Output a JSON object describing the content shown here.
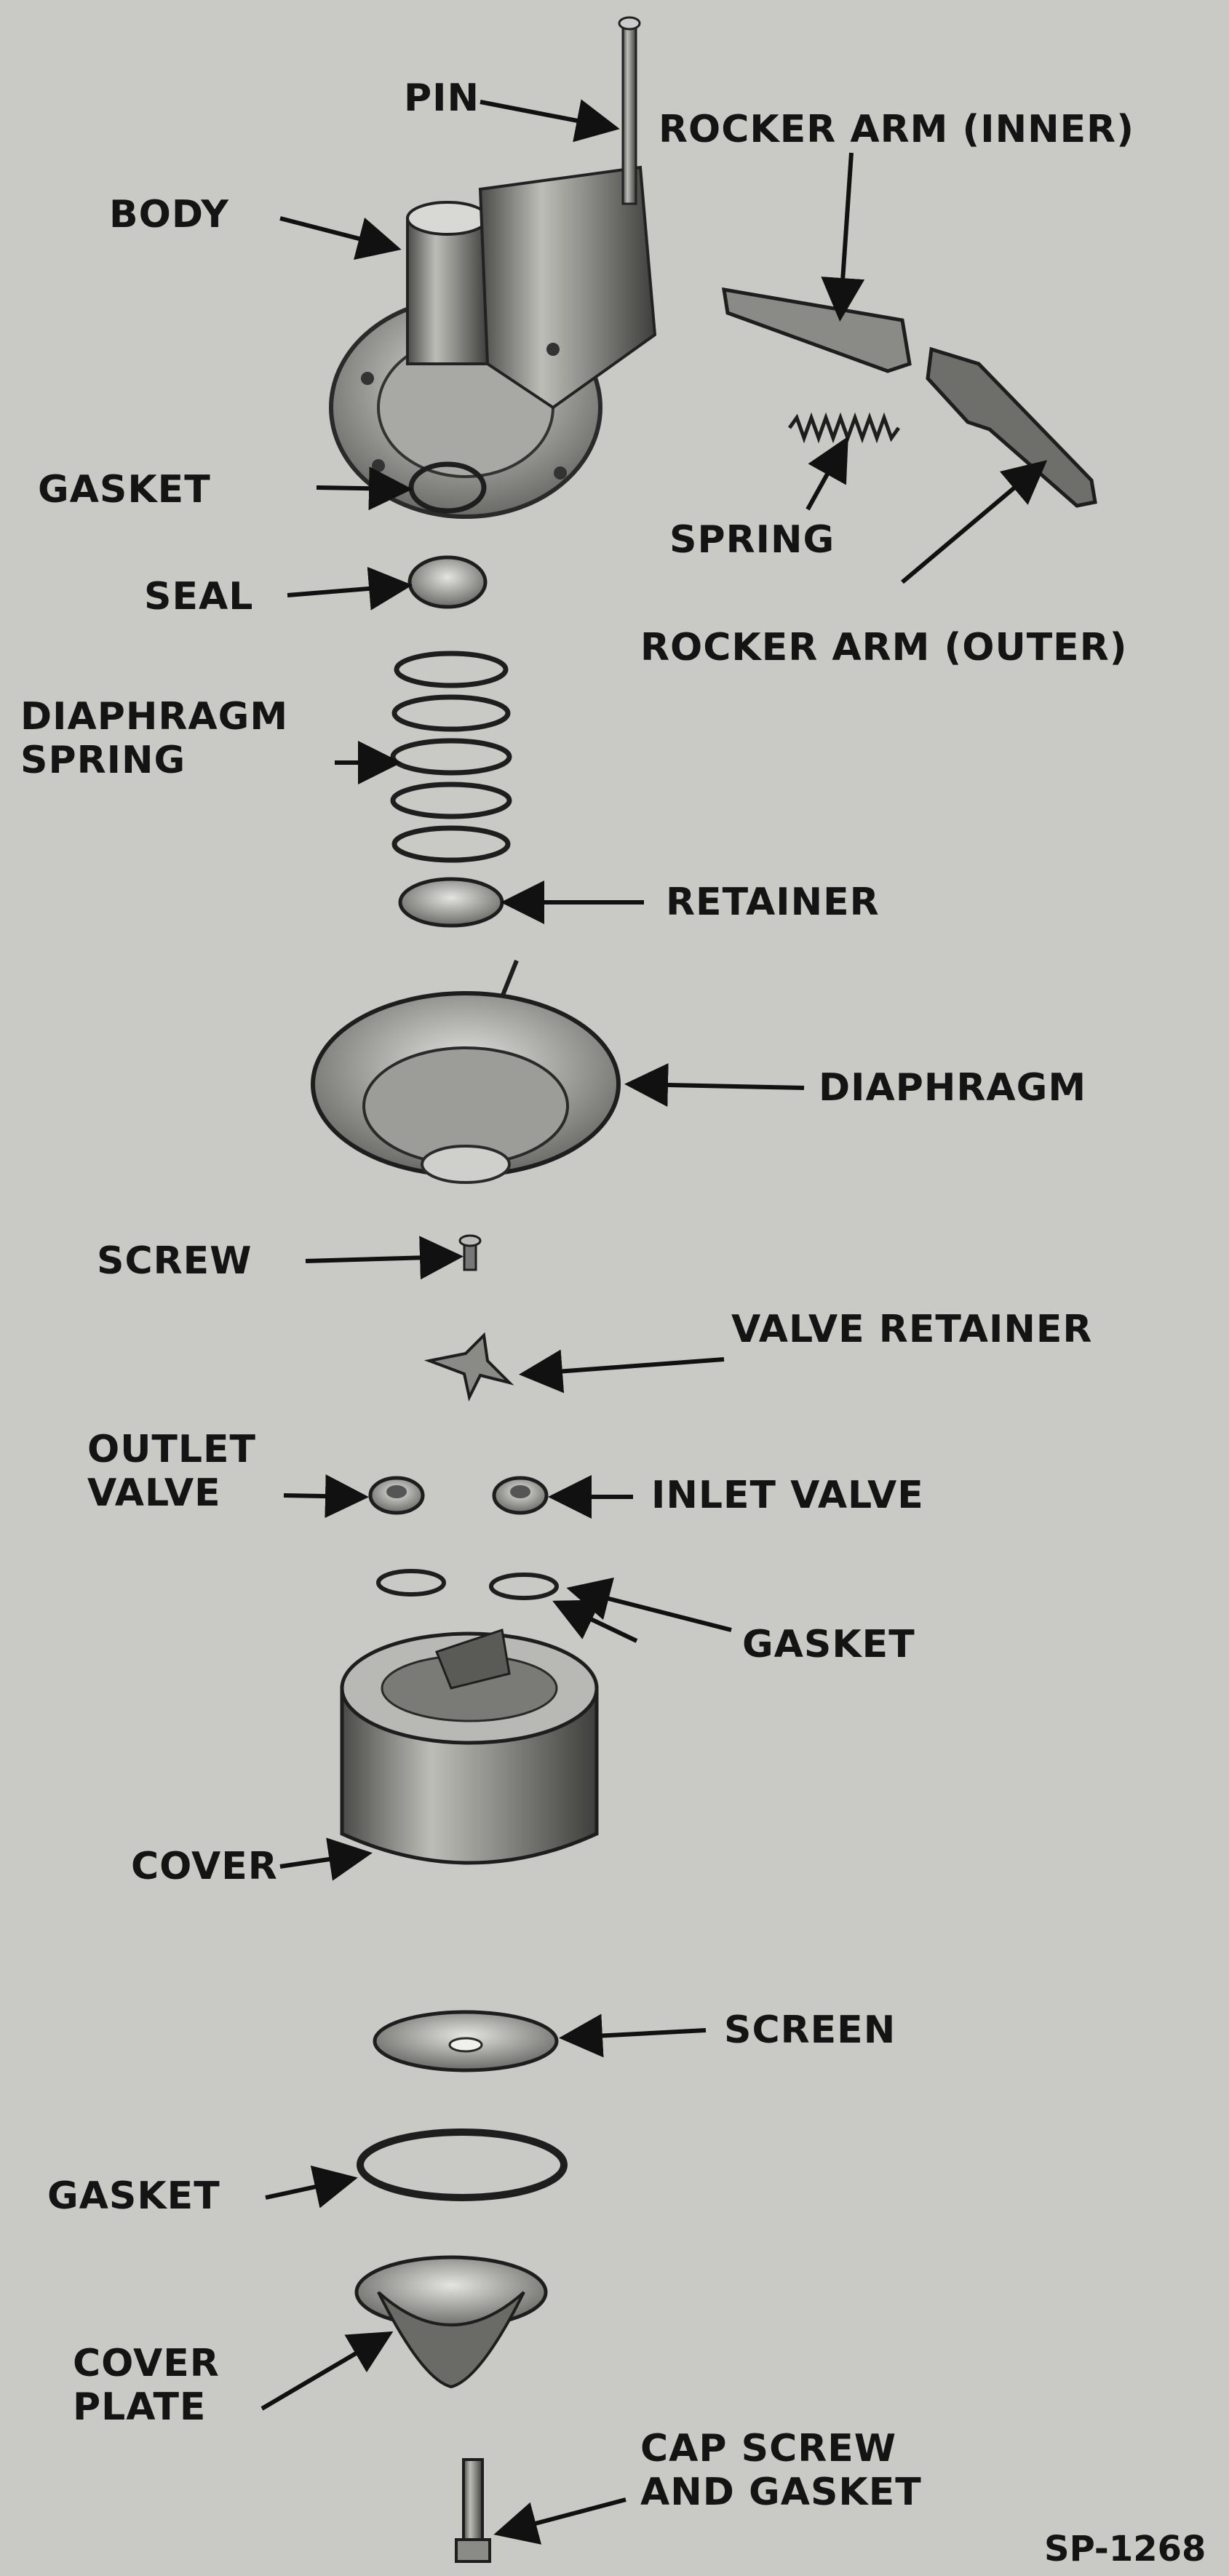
{
  "figure_code": "SP-1268",
  "labels": {
    "pin": "PIN",
    "rocker_arm_inner": "ROCKER ARM (INNER)",
    "body": "BODY",
    "gasket_top": "GASKET",
    "spring": "SPRING",
    "seal": "SEAL",
    "rocker_arm_outer": "ROCKER ARM (OUTER)",
    "diaphragm_spring": "DIAPHRAGM\nSPRING",
    "retainer": "RETAINER",
    "diaphragm": "DIAPHRAGM",
    "screw": "SCREW",
    "valve_retainer": "VALVE RETAINER",
    "outlet_valve": "OUTLET\nVALVE",
    "inlet_valve": "INLET  VALVE",
    "gasket_valves": "GASKET",
    "cover": "COVER",
    "screen": "SCREEN",
    "gasket_lower": "GASKET",
    "cover_plate": "COVER\nPLATE",
    "cap_screw": "CAP SCREW\nAND GASKET"
  }
}
